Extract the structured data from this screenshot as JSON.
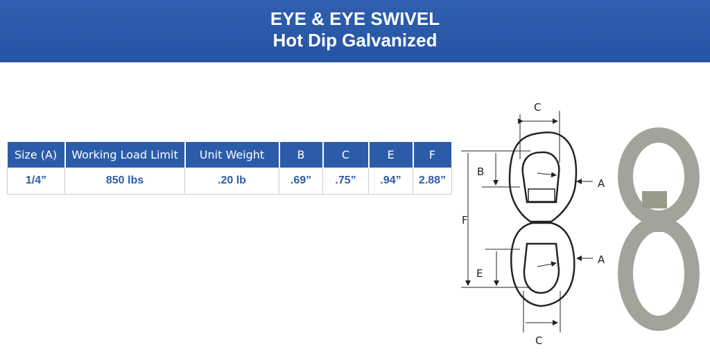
{
  "header": {
    "title": "EYE & EYE SWIVEL",
    "subtitle": "Hot Dip Galvanized"
  },
  "table": {
    "columns": [
      "Size (A)",
      "Working Load Limit",
      "Unit Weight",
      "B",
      "C",
      "E",
      "F"
    ],
    "rows": [
      [
        "1/4”",
        "850 lbs",
        ".20 lb",
        ".69”",
        ".75”",
        ".94”",
        "2.88”"
      ]
    ]
  },
  "diagram": {
    "labels": {
      "c_top": "C",
      "b": "B",
      "f": "F",
      "e": "E",
      "a_top": "A",
      "a_bottom": "A",
      "c_bottom": "C"
    }
  }
}
